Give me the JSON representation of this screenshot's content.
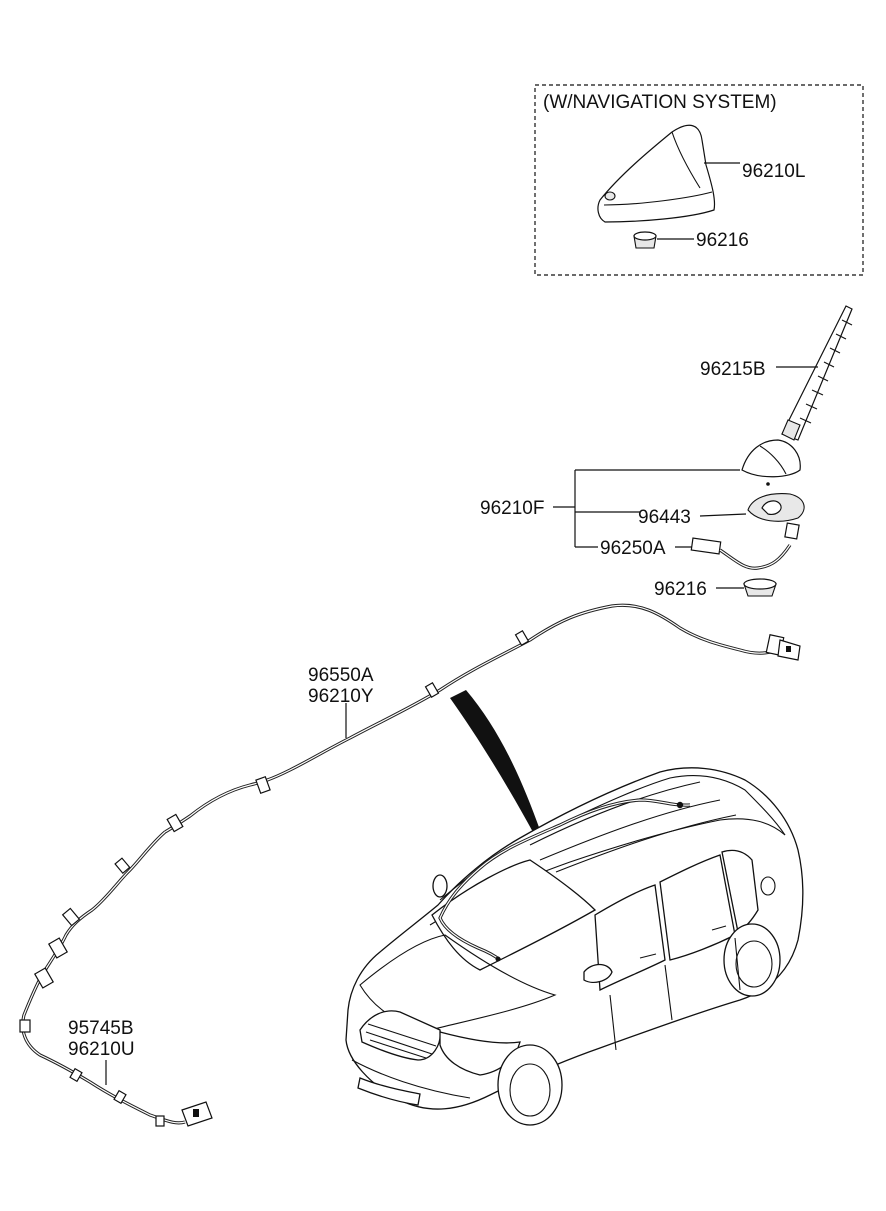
{
  "nav_box": {
    "title": "(W/NAVIGATION SYSTEM)"
  },
  "callouts": {
    "shark_antenna": "96210L",
    "nav_grommet": "96216",
    "antenna_rod": "96215B",
    "antenna_assy": "96210F",
    "gasket": "96443",
    "feeder_lead": "96250A",
    "grommet": "96216",
    "roof_cable_a": "96550A",
    "roof_cable_b": "96210Y",
    "front_cable_a": "95745B",
    "front_cable_b": "96210U"
  }
}
